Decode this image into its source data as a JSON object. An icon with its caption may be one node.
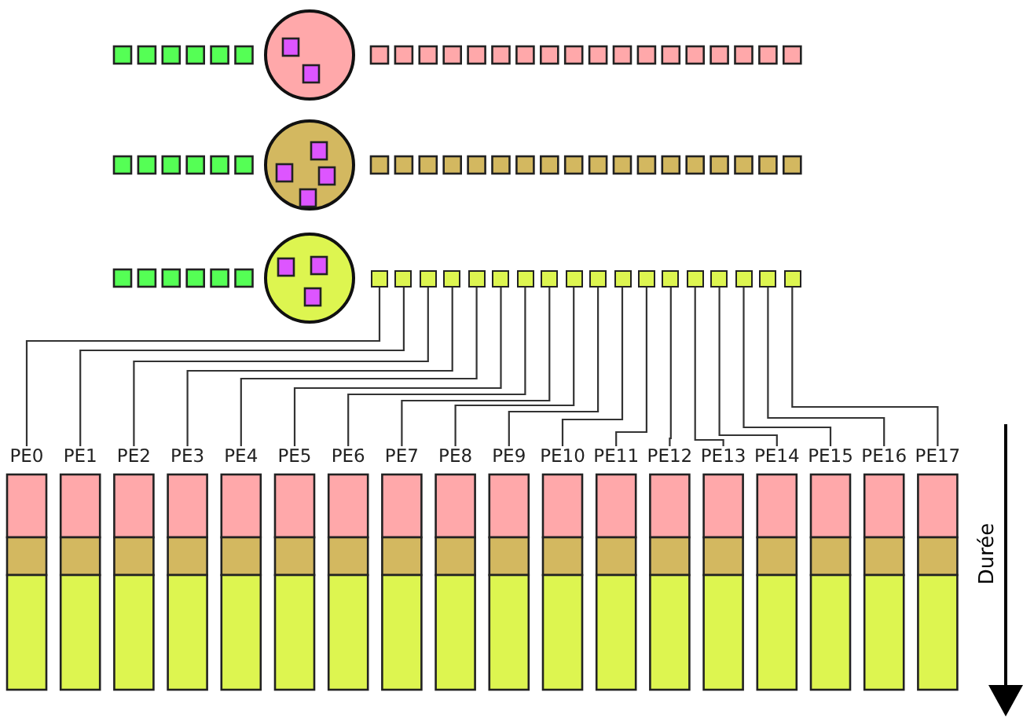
{
  "diagram": {
    "nodes": [
      {
        "text": [],
        "shape": "box"
      },
      {
        "text": [],
        "shape": "box"
      },
      {
        "text": [],
        "shape": "box"
      },
      {
        "text": [],
        "shape": "box"
      },
      {
        "text": [],
        "shape": "box"
      },
      {
        "text": [],
        "shape": "box"
      },
      {
        "text": [],
        "shape": "box"
      },
      {
        "text": [],
        "shape": "box"
      },
      {
        "text": [],
        "shape": "box"
      },
      {
        "text": [],
        "shape": "box"
      },
      {
        "text": [],
        "shape": "box"
      },
      {
        "text": [],
        "shape": "box"
      },
      {
        "text": [],
        "shape": "box"
      },
      {
        "text": [],
        "shape": "box"
      },
      {
        "text": [],
        "shape": "box"
      },
      {
        "text": [],
        "shape": "box"
      },
      {
        "text": [],
        "shape": "box"
      },
      {
        "text": [],
        "shape": "box"
      },
      {
        "text": [
          "PE0"
        ]
      },
      {
        "text": [
          "PE1"
        ]
      },
      {
        "text": [
          "PE2"
        ]
      },
      {
        "text": [
          "PE3"
        ]
      },
      {
        "text": [
          "PE4"
        ]
      },
      {
        "text": [
          "PE5"
        ]
      },
      {
        "text": [
          "PE6"
        ]
      },
      {
        "text": [
          "PE7"
        ]
      },
      {
        "text": [
          "PE8"
        ]
      },
      {
        "text": [
          "PE9"
        ]
      },
      {
        "text": [
          "PE10"
        ]
      },
      {
        "text": [
          "PE11"
        ]
      },
      {
        "text": [
          "PE12"
        ]
      },
      {
        "text": [
          "PE13"
        ]
      },
      {
        "text": [
          "PE14"
        ]
      },
      {
        "text": [
          "PE15"
        ]
      },
      {
        "text": [
          "PE16"
        ]
      },
      {
        "text": [
          "PE17"
        ]
      }
    ],
    "edges": [
      {
        "from": 0,
        "to": 18,
        "arrow": "none"
      },
      {
        "from": 1,
        "to": 19,
        "arrow": "none"
      },
      {
        "from": 2,
        "to": 20,
        "arrow": "none"
      },
      {
        "from": 3,
        "to": 21,
        "arrow": "none"
      },
      {
        "from": 4,
        "to": 22,
        "arrow": "none"
      },
      {
        "from": 5,
        "to": 23,
        "arrow": "none"
      },
      {
        "from": 6,
        "to": 24,
        "arrow": "none"
      },
      {
        "from": 7,
        "to": 25,
        "arrow": "none"
      },
      {
        "from": 8,
        "to": 26,
        "arrow": "none"
      },
      {
        "from": 9,
        "to": 27,
        "arrow": "none"
      },
      {
        "from": 10,
        "to": 28,
        "arrow": "none"
      },
      {
        "from": 11,
        "to": 29,
        "arrow": "none"
      },
      {
        "from": 12,
        "to": 30,
        "arrow": "none"
      },
      {
        "from": 13,
        "to": 31,
        "arrow": "none"
      },
      {
        "from": 14,
        "to": 32,
        "arrow": "none"
      },
      {
        "from": 15,
        "to": 33,
        "arrow": "none"
      },
      {
        "from": 16,
        "to": 34,
        "arrow": "none"
      },
      {
        "from": 17,
        "to": 35,
        "arrow": "none"
      }
    ],
    "labels": [
      "Durée"
    ]
  }
}
